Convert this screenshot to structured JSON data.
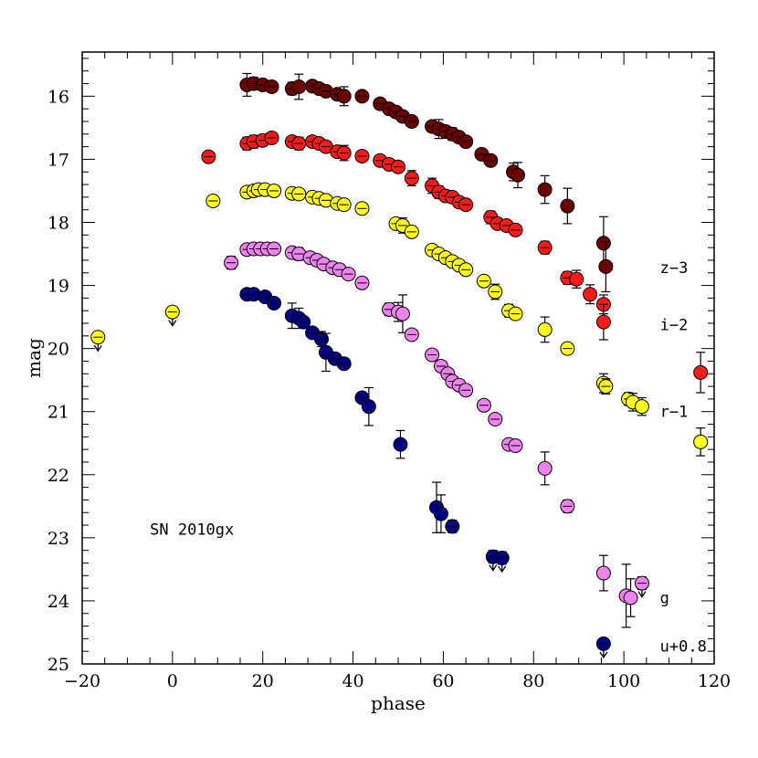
{
  "chart_data": {
    "type": "scatter",
    "title": "",
    "xlabel": "phase",
    "ylabel": "mag",
    "xlim": [
      -20,
      120
    ],
    "ylim": [
      25,
      15.3
    ],
    "y_inverted": true,
    "grid": false,
    "xticks": [
      "−20",
      "0",
      "20",
      "40",
      "60",
      "80",
      "100",
      "120"
    ],
    "yticks": [
      "16",
      "17",
      "18",
      "19",
      "20",
      "21",
      "22",
      "23",
      "24",
      "25"
    ],
    "annotation": "SN 2010gx",
    "series": [
      {
        "name": "z−3",
        "color": "#6b0000",
        "points": [
          [
            16.5,
            15.82,
            0.18
          ],
          [
            18,
            15.8,
            0.1
          ],
          [
            20,
            15.82,
            0.08
          ],
          [
            22,
            15.85,
            0.06
          ],
          [
            26.5,
            15.88,
            0.1
          ],
          [
            28,
            15.85,
            0.2
          ],
          [
            31,
            15.84,
            0.05
          ],
          [
            32.5,
            15.88,
            0.05
          ],
          [
            34,
            15.92,
            0.05
          ],
          [
            36.5,
            15.97,
            0.06
          ],
          [
            38,
            16.0,
            0.15
          ],
          [
            42,
            16.0,
            0.05
          ],
          [
            46,
            16.12,
            0.06
          ],
          [
            48,
            16.2,
            0.06
          ],
          [
            49.5,
            16.25,
            0.08
          ],
          [
            51,
            16.32,
            0.05
          ],
          [
            53,
            16.4,
            0.08
          ],
          [
            57.5,
            16.48,
            0.06
          ],
          [
            59,
            16.52,
            0.15
          ],
          [
            60.5,
            16.56,
            0.08
          ],
          [
            62,
            16.6,
            0.1
          ],
          [
            63.5,
            16.65,
            0.08
          ],
          [
            65,
            16.72,
            0.06
          ],
          [
            68.5,
            16.92,
            0.05
          ],
          [
            70.5,
            17.02,
            0.06
          ],
          [
            75.5,
            17.2,
            0.14
          ],
          [
            76.5,
            17.25,
            0.2
          ],
          [
            82.5,
            17.48,
            0.22
          ],
          [
            87.5,
            17.74,
            0.28
          ],
          [
            95.5,
            18.33,
            0.42
          ],
          [
            96,
            18.7,
            0.4
          ]
        ]
      },
      {
        "name": "i−2",
        "color": "#ff1a1a",
        "points": [
          [
            8,
            16.96,
            0.05
          ],
          [
            16.5,
            16.75,
            0.1
          ],
          [
            18,
            16.72,
            0.1
          ],
          [
            20,
            16.7,
            0.06
          ],
          [
            22,
            16.66,
            0.05
          ],
          [
            26.5,
            16.72,
            0.05
          ],
          [
            28,
            16.75,
            0.1
          ],
          [
            31,
            16.72,
            0.05
          ],
          [
            32.5,
            16.75,
            0.06
          ],
          [
            34,
            16.8,
            0.05
          ],
          [
            36.5,
            16.88,
            0.05
          ],
          [
            38,
            16.9,
            0.12
          ],
          [
            42,
            16.95,
            0.05
          ],
          [
            46,
            17.02,
            0.05
          ],
          [
            48,
            17.08,
            0.06
          ],
          [
            50,
            17.12,
            0.06
          ],
          [
            53,
            17.3,
            0.12
          ],
          [
            57.5,
            17.42,
            0.12
          ],
          [
            59,
            17.52,
            0.1
          ],
          [
            60.5,
            17.58,
            0.08
          ],
          [
            62,
            17.6,
            0.06
          ],
          [
            63.5,
            17.68,
            0.08
          ],
          [
            65,
            17.72,
            0.06
          ],
          [
            70.5,
            17.92,
            0.1
          ],
          [
            72,
            18.02,
            0.08
          ],
          [
            74,
            18.05,
            0.06
          ],
          [
            76,
            18.12,
            0.05
          ],
          [
            82.5,
            18.4,
            0.1
          ],
          [
            87.5,
            18.88,
            0.1
          ],
          [
            89.5,
            18.9,
            0.14
          ],
          [
            92.5,
            19.14,
            0.15
          ],
          [
            95.5,
            19.3,
            0.15
          ],
          [
            95.5,
            19.58,
            0.28
          ],
          [
            117,
            20.38,
            0.32
          ]
        ]
      },
      {
        "name": "r−1",
        "color": "#ffff1a",
        "points": [
          [
            -16.5,
            19.82,
            0.07,
            1
          ],
          [
            0,
            19.42,
            0.07,
            1
          ],
          [
            9,
            17.66,
            0.05
          ],
          [
            16.5,
            17.52,
            0.05
          ],
          [
            18,
            17.5,
            0.05
          ],
          [
            19,
            17.48,
            0.05
          ],
          [
            20.5,
            17.48,
            0.05
          ],
          [
            22.5,
            17.5,
            0.05
          ],
          [
            26.5,
            17.54,
            0.06
          ],
          [
            28,
            17.55,
            0.08
          ],
          [
            31,
            17.6,
            0.05
          ],
          [
            32.5,
            17.62,
            0.05
          ],
          [
            34,
            17.65,
            0.05
          ],
          [
            36.5,
            17.7,
            0.06
          ],
          [
            38,
            17.72,
            0.08
          ],
          [
            42,
            17.78,
            0.06
          ],
          [
            49.5,
            18.02,
            0.06
          ],
          [
            51,
            18.05,
            0.12
          ],
          [
            53,
            18.15,
            0.08
          ],
          [
            57.5,
            18.44,
            0.05
          ],
          [
            59,
            18.5,
            0.05
          ],
          [
            60.5,
            18.56,
            0.05
          ],
          [
            62,
            18.62,
            0.06
          ],
          [
            63.5,
            18.68,
            0.05
          ],
          [
            65,
            18.75,
            0.05
          ],
          [
            69,
            18.93,
            0.05
          ],
          [
            71.5,
            19.1,
            0.12
          ],
          [
            74.5,
            19.4,
            0.1
          ],
          [
            76,
            19.45,
            0.08
          ],
          [
            82.5,
            19.7,
            0.2
          ],
          [
            87.5,
            20.0,
            0.08
          ],
          [
            95.5,
            20.55,
            0.15
          ],
          [
            96,
            20.6,
            0.12
          ],
          [
            101,
            20.8,
            0.1
          ],
          [
            102,
            20.85,
            0.14
          ],
          [
            104,
            20.92,
            0.14
          ],
          [
            117,
            21.48,
            0.22
          ]
        ]
      },
      {
        "name": "g",
        "color": "#ee82ee",
        "points": [
          [
            13,
            18.64,
            0.1
          ],
          [
            16.5,
            18.43,
            0.06
          ],
          [
            18,
            18.42,
            0.06
          ],
          [
            19.5,
            18.42,
            0.05
          ],
          [
            21,
            18.42,
            0.05
          ],
          [
            22.5,
            18.42,
            0.05
          ],
          [
            26.5,
            18.48,
            0.08
          ],
          [
            28,
            18.5,
            0.1
          ],
          [
            30.5,
            18.56,
            0.06
          ],
          [
            32,
            18.6,
            0.06
          ],
          [
            33.5,
            18.66,
            0.06
          ],
          [
            35.5,
            18.72,
            0.06
          ],
          [
            37,
            18.75,
            0.06
          ],
          [
            39,
            18.82,
            0.08
          ],
          [
            42,
            18.96,
            0.06
          ],
          [
            48,
            19.38,
            0.1
          ],
          [
            50,
            19.42,
            0.15
          ],
          [
            51,
            19.45,
            0.3
          ],
          [
            53,
            19.78,
            0.06
          ],
          [
            57.5,
            20.1,
            0.06
          ],
          [
            59.5,
            20.28,
            0.06
          ],
          [
            61,
            20.4,
            0.06
          ],
          [
            62,
            20.52,
            0.06
          ],
          [
            63.5,
            20.58,
            0.06
          ],
          [
            65,
            20.66,
            0.06
          ],
          [
            69,
            20.9,
            0.05
          ],
          [
            71.5,
            21.12,
            0.06
          ],
          [
            74.5,
            21.52,
            0.06
          ],
          [
            76,
            21.54,
            0.06
          ],
          [
            82.5,
            21.9,
            0.26
          ],
          [
            87.5,
            22.5,
            0.1
          ],
          [
            95.5,
            23.56,
            0.28
          ],
          [
            100.5,
            23.92,
            0.5
          ],
          [
            101.5,
            23.95,
            0.3
          ],
          [
            104,
            23.72,
            0.1,
            1
          ]
        ]
      },
      {
        "name": "u+0.8",
        "color": "#000080",
        "points": [
          [
            16.5,
            19.14,
            0.05
          ],
          [
            18,
            19.14,
            0.05
          ],
          [
            20.5,
            19.18,
            0.06
          ],
          [
            22.5,
            19.28,
            0.08
          ],
          [
            26.5,
            19.48,
            0.2
          ],
          [
            28,
            19.52,
            0.16
          ],
          [
            29,
            19.58,
            0.08
          ],
          [
            31,
            19.75,
            0.08
          ],
          [
            33,
            19.85,
            0.12
          ],
          [
            34,
            20.06,
            0.3
          ],
          [
            36,
            20.16,
            0.08
          ],
          [
            38,
            20.24,
            0.06
          ],
          [
            42,
            20.78,
            0.06
          ],
          [
            43.5,
            20.92,
            0.3
          ],
          [
            50.5,
            21.52,
            0.22
          ],
          [
            58.5,
            22.52,
            0.4
          ],
          [
            59.5,
            22.62,
            0.3
          ],
          [
            62,
            22.82,
            0.1
          ],
          [
            71,
            23.3,
            0.1,
            1
          ],
          [
            73,
            23.32,
            0.1,
            1
          ],
          [
            95.5,
            24.68,
            0.08,
            1
          ]
        ]
      }
    ],
    "series_labels": [
      {
        "series": "z−3",
        "text": "z−3"
      },
      {
        "series": "i−2",
        "text": "i−2"
      },
      {
        "series": "r−1",
        "text": "r−1"
      },
      {
        "series": "g",
        "text": "g"
      },
      {
        "series": "u+0.8",
        "text": "u+0.8"
      }
    ]
  }
}
